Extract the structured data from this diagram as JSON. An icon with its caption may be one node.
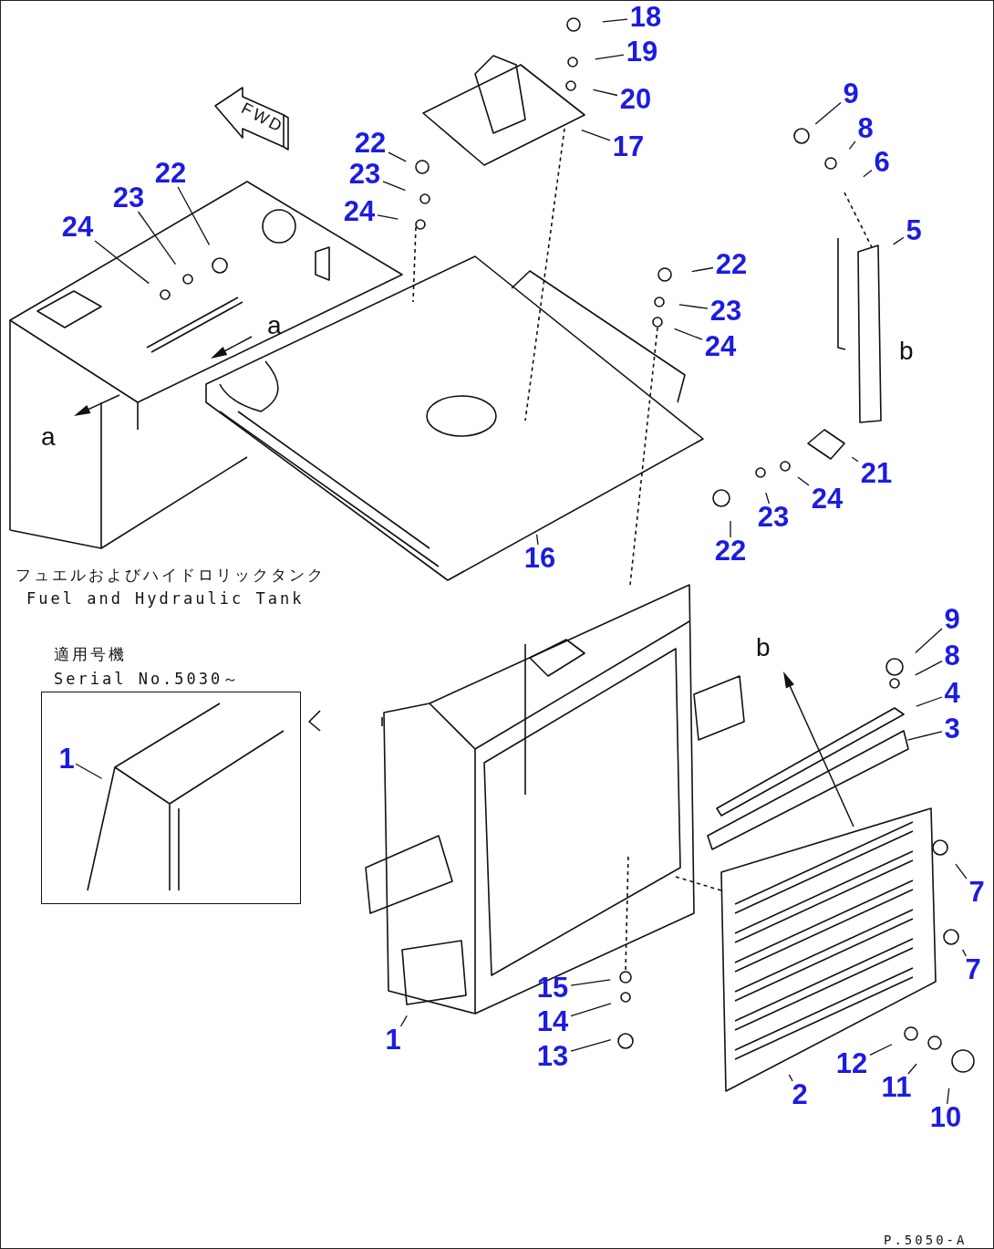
{
  "diagram": {
    "nodes": [
      {
        "text": [
          "18"
        ]
      },
      {
        "text": [
          "19"
        ]
      },
      {
        "text": [
          "20"
        ]
      },
      {
        "text": [
          "17"
        ]
      },
      {
        "text": [
          "9"
        ]
      },
      {
        "text": [
          "8"
        ]
      },
      {
        "text": [
          "6"
        ]
      },
      {
        "text": [
          "22"
        ]
      },
      {
        "text": [
          "23"
        ]
      },
      {
        "text": [
          "24"
        ]
      },
      {
        "text": [
          "5"
        ]
      },
      {
        "text": [
          "22"
        ]
      },
      {
        "text": [
          "23"
        ]
      },
      {
        "text": [
          "24"
        ]
      },
      {
        "text": [
          "22"
        ]
      },
      {
        "text": [
          "23"
        ]
      },
      {
        "text": [
          "24"
        ]
      },
      {
        "text": [
          "21"
        ]
      },
      {
        "text": [
          "24"
        ]
      },
      {
        "text": [
          "23"
        ]
      },
      {
        "text": [
          "22"
        ]
      },
      {
        "text": [
          "16"
        ]
      },
      {
        "text": [
          "9"
        ]
      },
      {
        "text": [
          "8"
        ]
      },
      {
        "text": [
          "4"
        ]
      },
      {
        "text": [
          "3"
        ]
      },
      {
        "text": [],
        "shape": "box"
      },
      {
        "text": [
          "1"
        ],
        "in": 26
      },
      {
        "text": [
          "7"
        ]
      },
      {
        "text": [
          "7"
        ]
      },
      {
        "text": [
          "15"
        ]
      },
      {
        "text": [
          "14"
        ]
      },
      {
        "text": [
          "13"
        ]
      },
      {
        "text": [
          "1"
        ]
      },
      {
        "text": [
          "12"
        ]
      },
      {
        "text": [
          "11"
        ]
      },
      {
        "text": [
          "10"
        ]
      },
      {
        "text": [
          "2"
        ]
      }
    ],
    "edges": [
      {
        "from": 0,
        "to": null,
        "arrow": "none"
      },
      {
        "from": 1,
        "to": null,
        "arrow": "none"
      },
      {
        "from": 2,
        "to": null,
        "arrow": "none"
      },
      {
        "from": 3,
        "to": null,
        "arrow": "none"
      },
      {
        "from": 4,
        "to": null,
        "arrow": "none"
      },
      {
        "from": 5,
        "to": null,
        "arrow": "none"
      },
      {
        "from": 6,
        "to": null,
        "arrow": "none"
      },
      {
        "from": 7,
        "to": null,
        "arrow": "none"
      },
      {
        "from": 8,
        "to": null,
        "arrow": "none"
      },
      {
        "from": 9,
        "to": null,
        "arrow": "none"
      },
      {
        "from": 10,
        "to": null,
        "arrow": "none"
      },
      {
        "from": 11,
        "to": null,
        "arrow": "none"
      },
      {
        "from": 12,
        "to": null,
        "arrow": "none"
      },
      {
        "from": 13,
        "to": null,
        "arrow": "none"
      },
      {
        "from": 14,
        "to": null,
        "arrow": "none"
      },
      {
        "from": 15,
        "to": null,
        "arrow": "none"
      },
      {
        "from": 16,
        "to": null,
        "arrow": "none"
      },
      {
        "from": 17,
        "to": null,
        "arrow": "none"
      },
      {
        "from": 18,
        "to": null,
        "arrow": "none"
      },
      {
        "from": 19,
        "to": null,
        "arrow": "none"
      },
      {
        "from": 20,
        "to": null,
        "arrow": "none"
      },
      {
        "from": 21,
        "to": null,
        "arrow": "none"
      },
      {
        "from": 22,
        "to": null,
        "arrow": "none"
      },
      {
        "from": 23,
        "to": null,
        "arrow": "none"
      },
      {
        "from": 24,
        "to": null,
        "arrow": "none"
      },
      {
        "from": 25,
        "to": null,
        "arrow": "none"
      },
      {
        "from": 27,
        "to": null,
        "arrow": "none"
      },
      {
        "from": 28,
        "to": null,
        "arrow": "none"
      },
      {
        "from": 29,
        "to": null,
        "arrow": "none"
      },
      {
        "from": 30,
        "to": null,
        "arrow": "none"
      },
      {
        "from": 31,
        "to": null,
        "arrow": "none"
      },
      {
        "from": 32,
        "to": null,
        "arrow": "none"
      },
      {
        "from": 33,
        "to": null,
        "arrow": "none"
      },
      {
        "from": 34,
        "to": null,
        "arrow": "none"
      },
      {
        "from": 35,
        "to": null,
        "arrow": "none"
      },
      {
        "from": 36,
        "to": null,
        "arrow": "none"
      },
      {
        "from": 37,
        "to": null,
        "arrow": "none"
      }
    ],
    "labels": [
      "FWD",
      "a",
      "a",
      "b",
      "b",
      "フュエルおよびハイドロリックタンク",
      "Fuel and Hydraulic Tank",
      "適用号機",
      "Serial No.5030～",
      "P.5050-A"
    ]
  }
}
